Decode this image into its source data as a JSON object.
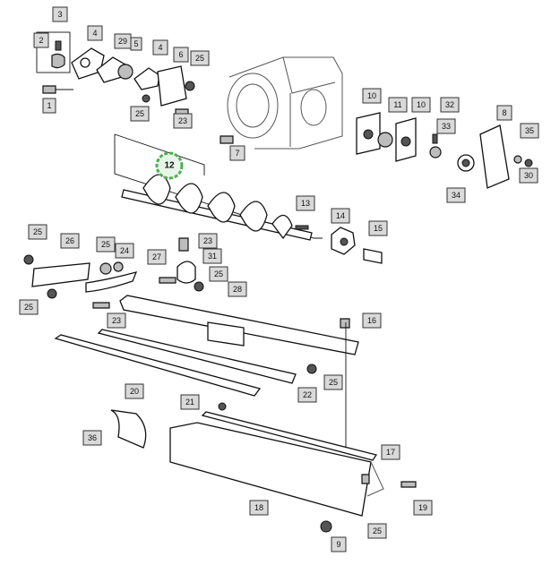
{
  "diagram": {
    "callouts": [
      {
        "id": "c3",
        "label": "3"
      },
      {
        "id": "c2",
        "label": "2"
      },
      {
        "id": "c4a",
        "label": "4"
      },
      {
        "id": "c29",
        "label": "29"
      },
      {
        "id": "c5",
        "label": "5"
      },
      {
        "id": "c4b",
        "label": "4"
      },
      {
        "id": "c6",
        "label": "6"
      },
      {
        "id": "c25a",
        "label": "25"
      },
      {
        "id": "c1",
        "label": "1"
      },
      {
        "id": "c25b",
        "label": "25"
      },
      {
        "id": "c23a",
        "label": "23"
      },
      {
        "id": "c7",
        "label": "7"
      },
      {
        "id": "c10a",
        "label": "10"
      },
      {
        "id": "c11",
        "label": "11"
      },
      {
        "id": "c10b",
        "label": "10"
      },
      {
        "id": "c32",
        "label": "32"
      },
      {
        "id": "c33",
        "label": "33"
      },
      {
        "id": "c8",
        "label": "8"
      },
      {
        "id": "c35",
        "label": "35"
      },
      {
        "id": "c30",
        "label": "30"
      },
      {
        "id": "c34",
        "label": "34"
      },
      {
        "id": "c12",
        "label": "12"
      },
      {
        "id": "c13",
        "label": "13"
      },
      {
        "id": "c14",
        "label": "14"
      },
      {
        "id": "c15",
        "label": "15"
      },
      {
        "id": "c25c",
        "label": "25"
      },
      {
        "id": "c26",
        "label": "26"
      },
      {
        "id": "c25d",
        "label": "25"
      },
      {
        "id": "c24",
        "label": "24"
      },
      {
        "id": "c23b",
        "label": "23"
      },
      {
        "id": "c27",
        "label": "27"
      },
      {
        "id": "c31",
        "label": "31"
      },
      {
        "id": "c25e",
        "label": "25"
      },
      {
        "id": "c25f",
        "label": "25"
      },
      {
        "id": "c28",
        "label": "28"
      },
      {
        "id": "c23c",
        "label": "23"
      },
      {
        "id": "c16",
        "label": "16"
      },
      {
        "id": "c25g",
        "label": "25"
      },
      {
        "id": "c20",
        "label": "20"
      },
      {
        "id": "c22",
        "label": "22"
      },
      {
        "id": "c21",
        "label": "21"
      },
      {
        "id": "c36",
        "label": "36"
      },
      {
        "id": "c17",
        "label": "17"
      },
      {
        "id": "c18",
        "label": "18"
      },
      {
        "id": "c19",
        "label": "19"
      },
      {
        "id": "c9",
        "label": "9"
      },
      {
        "id": "c25h",
        "label": "25"
      }
    ],
    "highlight_color": "#4caf50"
  }
}
